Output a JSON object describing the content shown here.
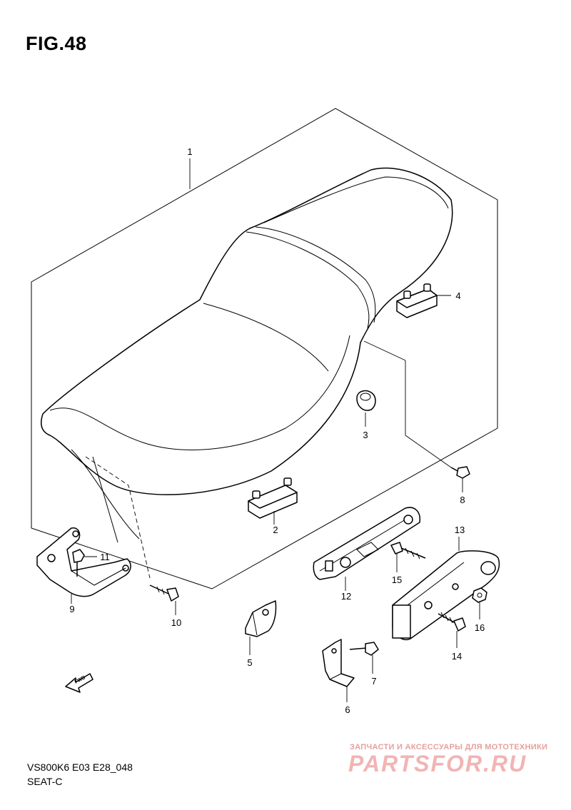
{
  "figure": {
    "title": "FIG.48",
    "code": "VS800K6 E03 E28_048",
    "subtitle": "SEAT-C"
  },
  "callouts": {
    "p1": "1",
    "p2": "2",
    "p3": "3",
    "p4": "4",
    "p5": "5",
    "p6": "6",
    "p7": "7",
    "p8": "8",
    "p9": "9",
    "p10": "10",
    "p11": "11",
    "p12": "12",
    "p13": "13",
    "p14": "14",
    "p15": "15",
    "p16": "16"
  },
  "fwd_label": "FWD",
  "watermark": {
    "tagline": "ЗАПЧАСТИ И АКСЕССУАРЫ ДЛЯ МОТОТЕХНИКИ",
    "logo": "PARTSFOR.RU"
  },
  "colors": {
    "ink": "#000000",
    "watermark": "#f2b4b4"
  }
}
